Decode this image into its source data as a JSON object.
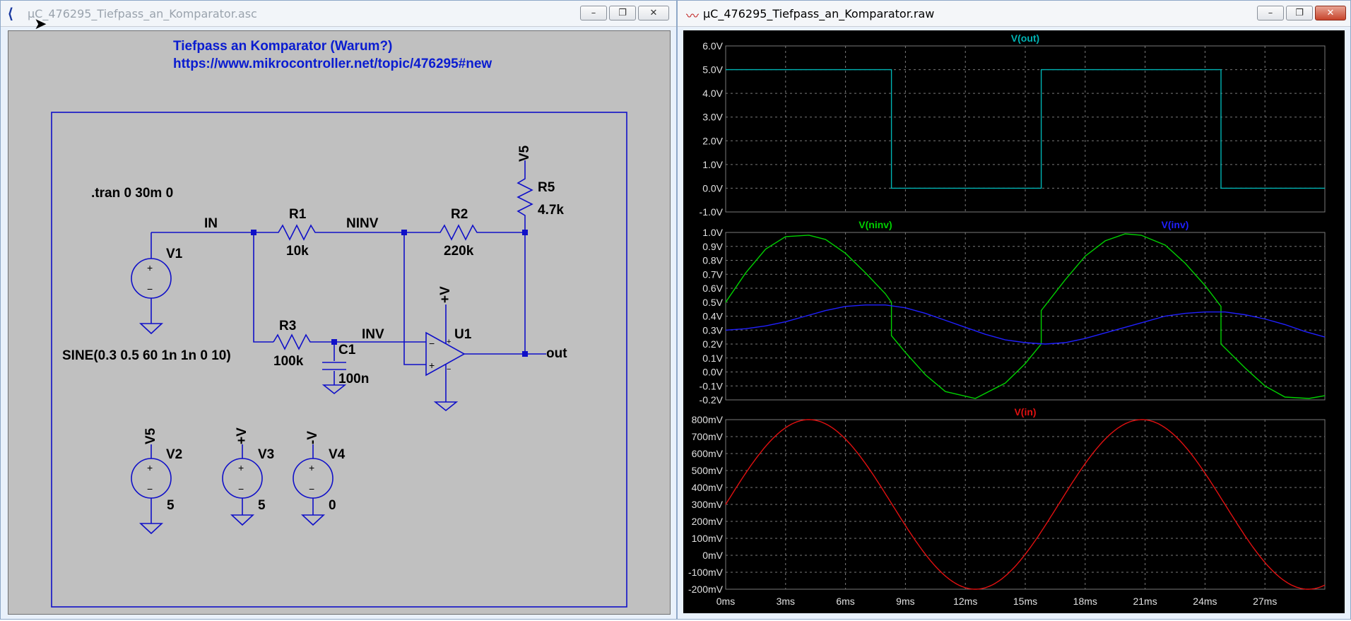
{
  "schematic": {
    "title": "µC_476295_Tiefpass_an_Komparator.asc",
    "heading1": "Tiefpass an Komparator (Warum?)",
    "heading2": "https://www.mikrocontroller.net/topic/476295#new",
    "directive": ".tran 0 30m 0",
    "net_in": "IN",
    "net_ninv": "NINV",
    "net_inv": "INV",
    "net_out": "out",
    "r1_name": "R1",
    "r1_value": "10k",
    "r2_name": "R2",
    "r2_value": "220k",
    "r3_name": "R3",
    "r3_value": "100k",
    "r5_name": "R5",
    "r5_value": "4.7k",
    "c1_name": "C1",
    "c1_value": "100n",
    "v1_name": "V1",
    "v1_value": "SINE(0.3 0.5 60 1n 1n 0 10)",
    "v2_name": "V2",
    "v2_value": "5",
    "v3_name": "V3",
    "v3_value": "5",
    "v4_name": "V4",
    "v4_value": "0",
    "u1_name": "U1",
    "flag_v5_r5": "V5",
    "flag_v5_v2": "V5",
    "flag_pv_u1": "+V",
    "flag_pv_v3": "+V",
    "flag_nv_v4": "-V",
    "minus_sign": "−",
    "plus_sign": "+"
  },
  "waveform": {
    "title": "µC_476295_Tiefpass_an_Komparator.raw",
    "window_buttons": {
      "minimize": "–",
      "restore": "❐",
      "close": "✕"
    },
    "colors": {
      "out": "#00b4b4",
      "ninv": "#00d000",
      "inv": "#2020ff",
      "in": "#e01010",
      "grid": "#7a7a7a",
      "schematic_wire": "#1010c8"
    }
  },
  "chart_data": [
    {
      "type": "line",
      "title": "V(out)",
      "xlim": [
        0,
        30
      ],
      "x_ticks": [
        "0ms",
        "3ms",
        "6ms",
        "9ms",
        "12ms",
        "15ms",
        "18ms",
        "21ms",
        "24ms",
        "27ms"
      ],
      "ylim": [
        -1,
        6
      ],
      "y_ticks": [
        "6.0V",
        "5.0V",
        "4.0V",
        "3.0V",
        "2.0V",
        "1.0V",
        "0.0V",
        "-1.0V"
      ],
      "series": [
        {
          "name": "V(out)",
          "color": "#00b4b4",
          "x": [
            0,
            8.3,
            8.3,
            15.8,
            15.8,
            24.8,
            24.8,
            30
          ],
          "y": [
            5,
            5,
            0,
            0,
            5,
            5,
            0,
            0
          ]
        }
      ]
    },
    {
      "type": "line",
      "xlim": [
        0,
        30
      ],
      "ylim": [
        -0.2,
        1.0
      ],
      "y_ticks": [
        "1.0V",
        "0.9V",
        "0.8V",
        "0.7V",
        "0.6V",
        "0.5V",
        "0.4V",
        "0.3V",
        "0.2V",
        "0.1V",
        "0.0V",
        "-0.1V",
        "-0.2V"
      ],
      "series": [
        {
          "name": "V(ninv)",
          "color": "#00d000",
          "x": [
            0,
            1,
            2,
            3,
            4.17,
            5,
            6,
            7,
            8,
            8.3,
            8.3,
            9,
            10,
            11,
            12.5,
            14,
            15,
            15.8,
            15.8,
            17,
            18,
            19,
            20,
            20.8,
            22,
            23,
            24,
            24.8,
            24.8,
            26,
            27,
            28,
            29.2,
            30
          ],
          "y": [
            0.5,
            0.71,
            0.88,
            0.97,
            0.98,
            0.95,
            0.85,
            0.71,
            0.56,
            0.5,
            0.26,
            0.14,
            -0.02,
            -0.14,
            -0.19,
            -0.08,
            0.06,
            0.2,
            0.44,
            0.66,
            0.83,
            0.94,
            0.99,
            0.98,
            0.91,
            0.78,
            0.62,
            0.47,
            0.2,
            0.03,
            -0.1,
            -0.18,
            -0.19,
            -0.17
          ]
        },
        {
          "name": "V(inv)",
          "color": "#2020ff",
          "x": [
            0,
            1,
            2,
            3,
            4,
            5,
            6,
            7,
            8,
            9,
            10,
            11,
            12,
            13,
            14,
            15,
            16,
            17,
            18,
            19,
            20,
            21,
            22,
            23,
            24,
            25,
            26,
            27,
            28,
            29,
            30
          ],
          "y": [
            0.3,
            0.31,
            0.33,
            0.36,
            0.4,
            0.44,
            0.47,
            0.48,
            0.48,
            0.46,
            0.42,
            0.37,
            0.32,
            0.27,
            0.23,
            0.21,
            0.2,
            0.21,
            0.24,
            0.28,
            0.32,
            0.36,
            0.4,
            0.42,
            0.43,
            0.43,
            0.41,
            0.38,
            0.34,
            0.29,
            0.25
          ]
        }
      ]
    },
    {
      "type": "line",
      "xlim": [
        0,
        30
      ],
      "x_ticks": [
        "0ms",
        "3ms",
        "6ms",
        "9ms",
        "12ms",
        "15ms",
        "18ms",
        "21ms",
        "24ms",
        "27ms"
      ],
      "ylim": [
        -200,
        800
      ],
      "y_ticks": [
        "800mV",
        "700mV",
        "600mV",
        "500mV",
        "400mV",
        "300mV",
        "200mV",
        "100mV",
        "0mV",
        "-100mV",
        "-200mV"
      ],
      "series": [
        {
          "name": "V(in)",
          "color": "#e01010",
          "function": "300 + 500*sin(2*pi*60*t)",
          "unit": "mV"
        }
      ]
    }
  ]
}
